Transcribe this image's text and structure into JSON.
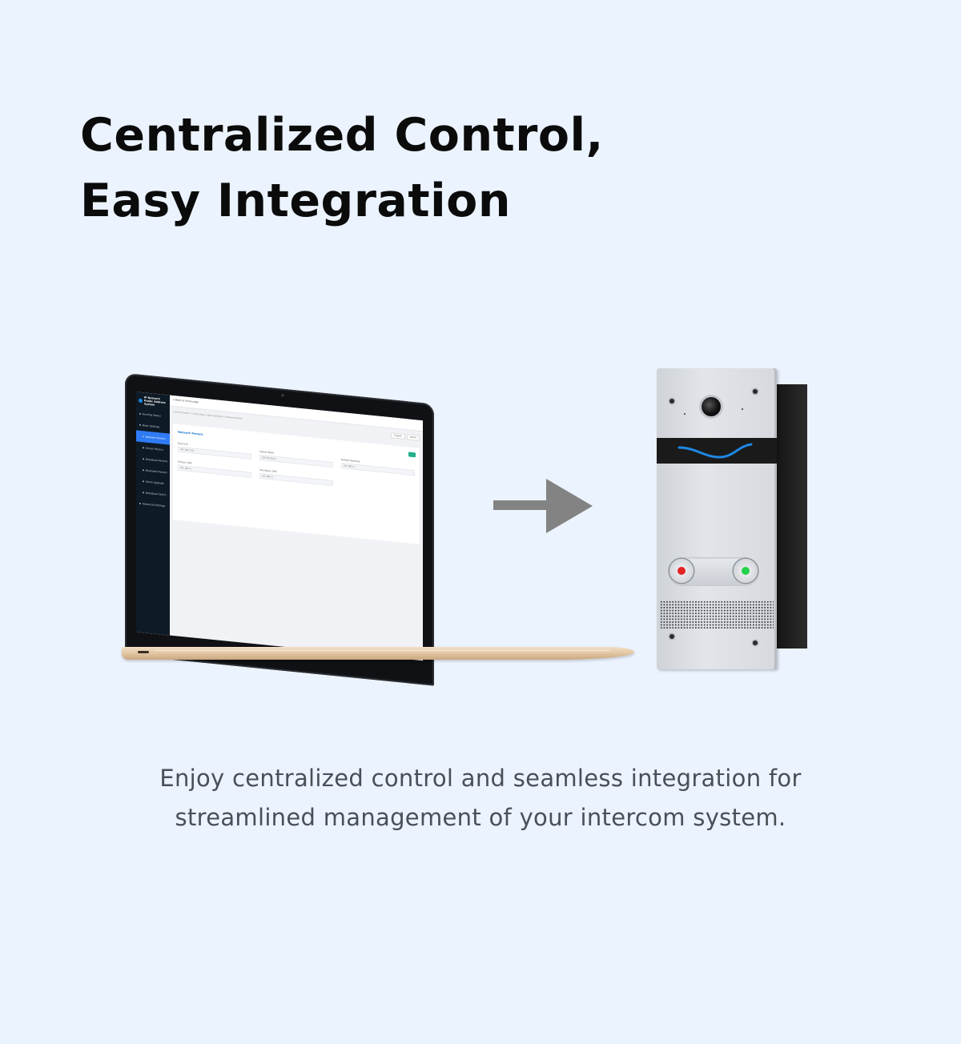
{
  "headline": {
    "line1": "Centralized Control,",
    "line2": "Easy Integration"
  },
  "laptop_screen": {
    "brand": "IP Network Public Address System",
    "sidebar_items": [
      "Running Status",
      "Basic Settings",
      "Network Params",
      "Server Params",
      "Broadcast Params",
      "Bluetooth Params",
      "Alarm Upgrade",
      "Broadcast Task P...",
      "Advanced Settings"
    ],
    "topbar_title": "Back to home page",
    "breadcrumb": "Current location > Home Page > Basic Settings > Network Params",
    "top_buttons": [
      "English",
      "admin"
    ],
    "card_title": "Network Params",
    "fields": [
      {
        "label": "Device IP",
        "value": "192.168.1.101"
      },
      {
        "label": "Subnet Mask",
        "value": "255.255.255.0"
      },
      {
        "label": "Default Gateway",
        "value": "192.168.1.1"
      },
      {
        "label": "Primary DNS",
        "value": "192.168.1.1"
      },
      {
        "label": "Secondary DNS",
        "value": "192.168.1.1"
      }
    ]
  },
  "description": "Enjoy centralized control and seamless integration for streamlined management of your intercom system.",
  "colors": {
    "background": "#ebf3fe",
    "arrow": "#838383",
    "led_left": "#e52222",
    "led_right": "#22d24a",
    "accent_wave": "#1e88e5"
  }
}
